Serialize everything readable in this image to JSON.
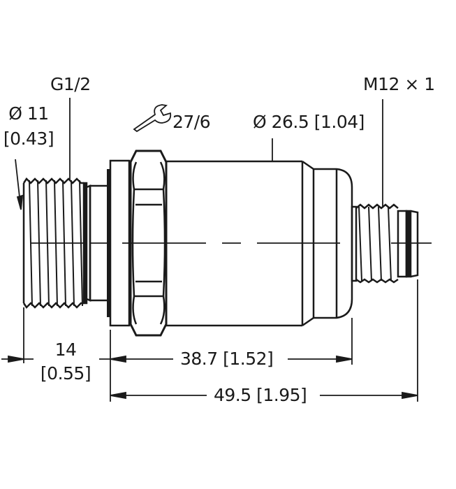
{
  "drawing": {
    "colors": {
      "line": "#1a1a1a",
      "background": "#ffffff"
    },
    "labels": {
      "thread_process": "G1/2",
      "dia_process_mm": "Ø 11",
      "dia_process_in": "[0.43]",
      "wrench_size": "27/6",
      "body_dia": "Ø 26.5 [1.04]",
      "connector_thread": "M12 × 1",
      "thread_len_mm": "14",
      "thread_len_in": "[0.55]",
      "body_len": "38.7 [1.52]",
      "overall_len": "49.5 [1.95]"
    },
    "icons": {
      "wrench": "wrench-icon"
    }
  }
}
